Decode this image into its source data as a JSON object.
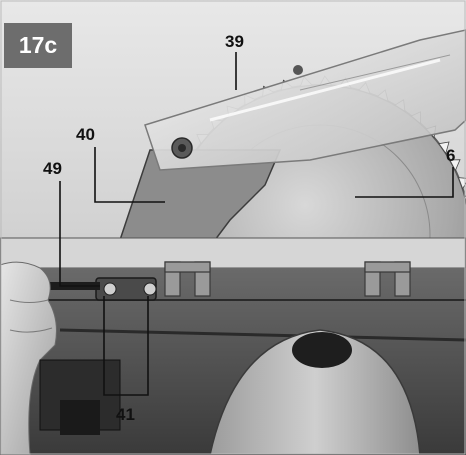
{
  "figure_label": "17c",
  "callouts": {
    "c39": "39",
    "c40": "40",
    "c6": "6",
    "c49": "49",
    "c41": "41"
  },
  "colors": {
    "badge": "#6d6d6d",
    "leader_lines": "#111111",
    "background": "#ffffff"
  }
}
